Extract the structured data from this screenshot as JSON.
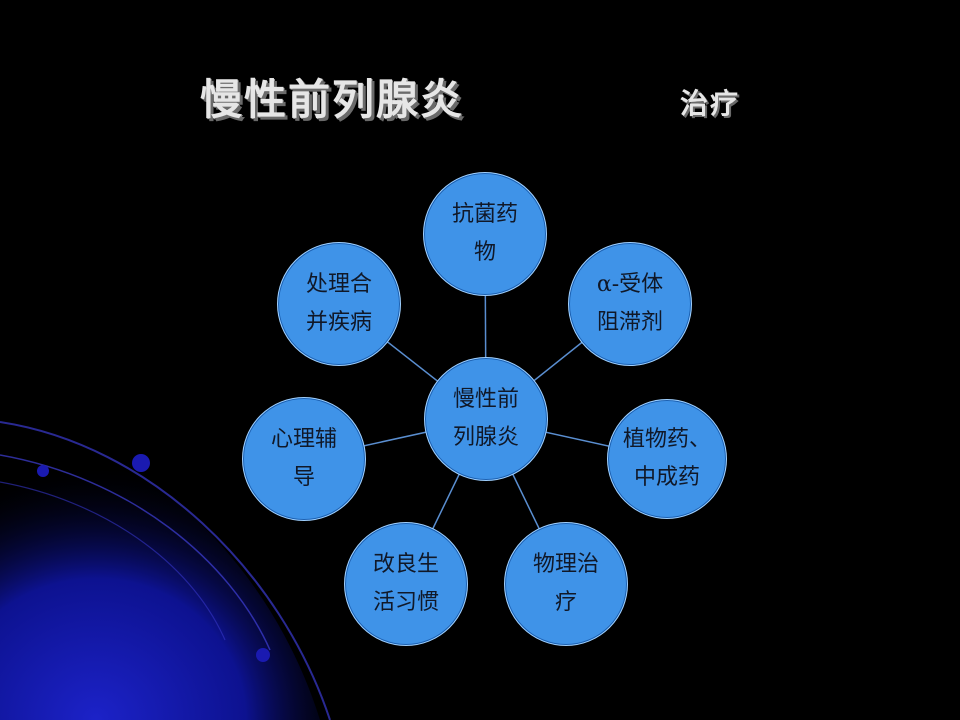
{
  "title": {
    "main": "慢性前列腺炎",
    "sub": "治疗"
  },
  "diagram": {
    "center": {
      "lines": [
        "慢性前",
        "列腺炎"
      ]
    },
    "nodes": [
      {
        "name": "node-antibiotics",
        "lines": [
          "抗菌药",
          "物"
        ]
      },
      {
        "name": "node-alpha-blocker",
        "lines": [
          "α-受体",
          "阻滞剂"
        ]
      },
      {
        "name": "node-herbal-medicine",
        "lines": [
          "植物药、",
          "中成药"
        ]
      },
      {
        "name": "node-physiotherapy",
        "lines": [
          "物理治",
          "疗"
        ]
      },
      {
        "name": "node-lifestyle",
        "lines": [
          "改良生",
          "活习惯"
        ]
      },
      {
        "name": "node-psychological",
        "lines": [
          "心理辅",
          "导"
        ]
      },
      {
        "name": "node-comorbidity",
        "lines": [
          "处理合",
          "并疾病"
        ]
      }
    ]
  },
  "colors": {
    "background": "#000000",
    "node_fill": "#3f93e8",
    "connector": "#5a8ed0",
    "accent_decor": "#1a1aa8"
  }
}
